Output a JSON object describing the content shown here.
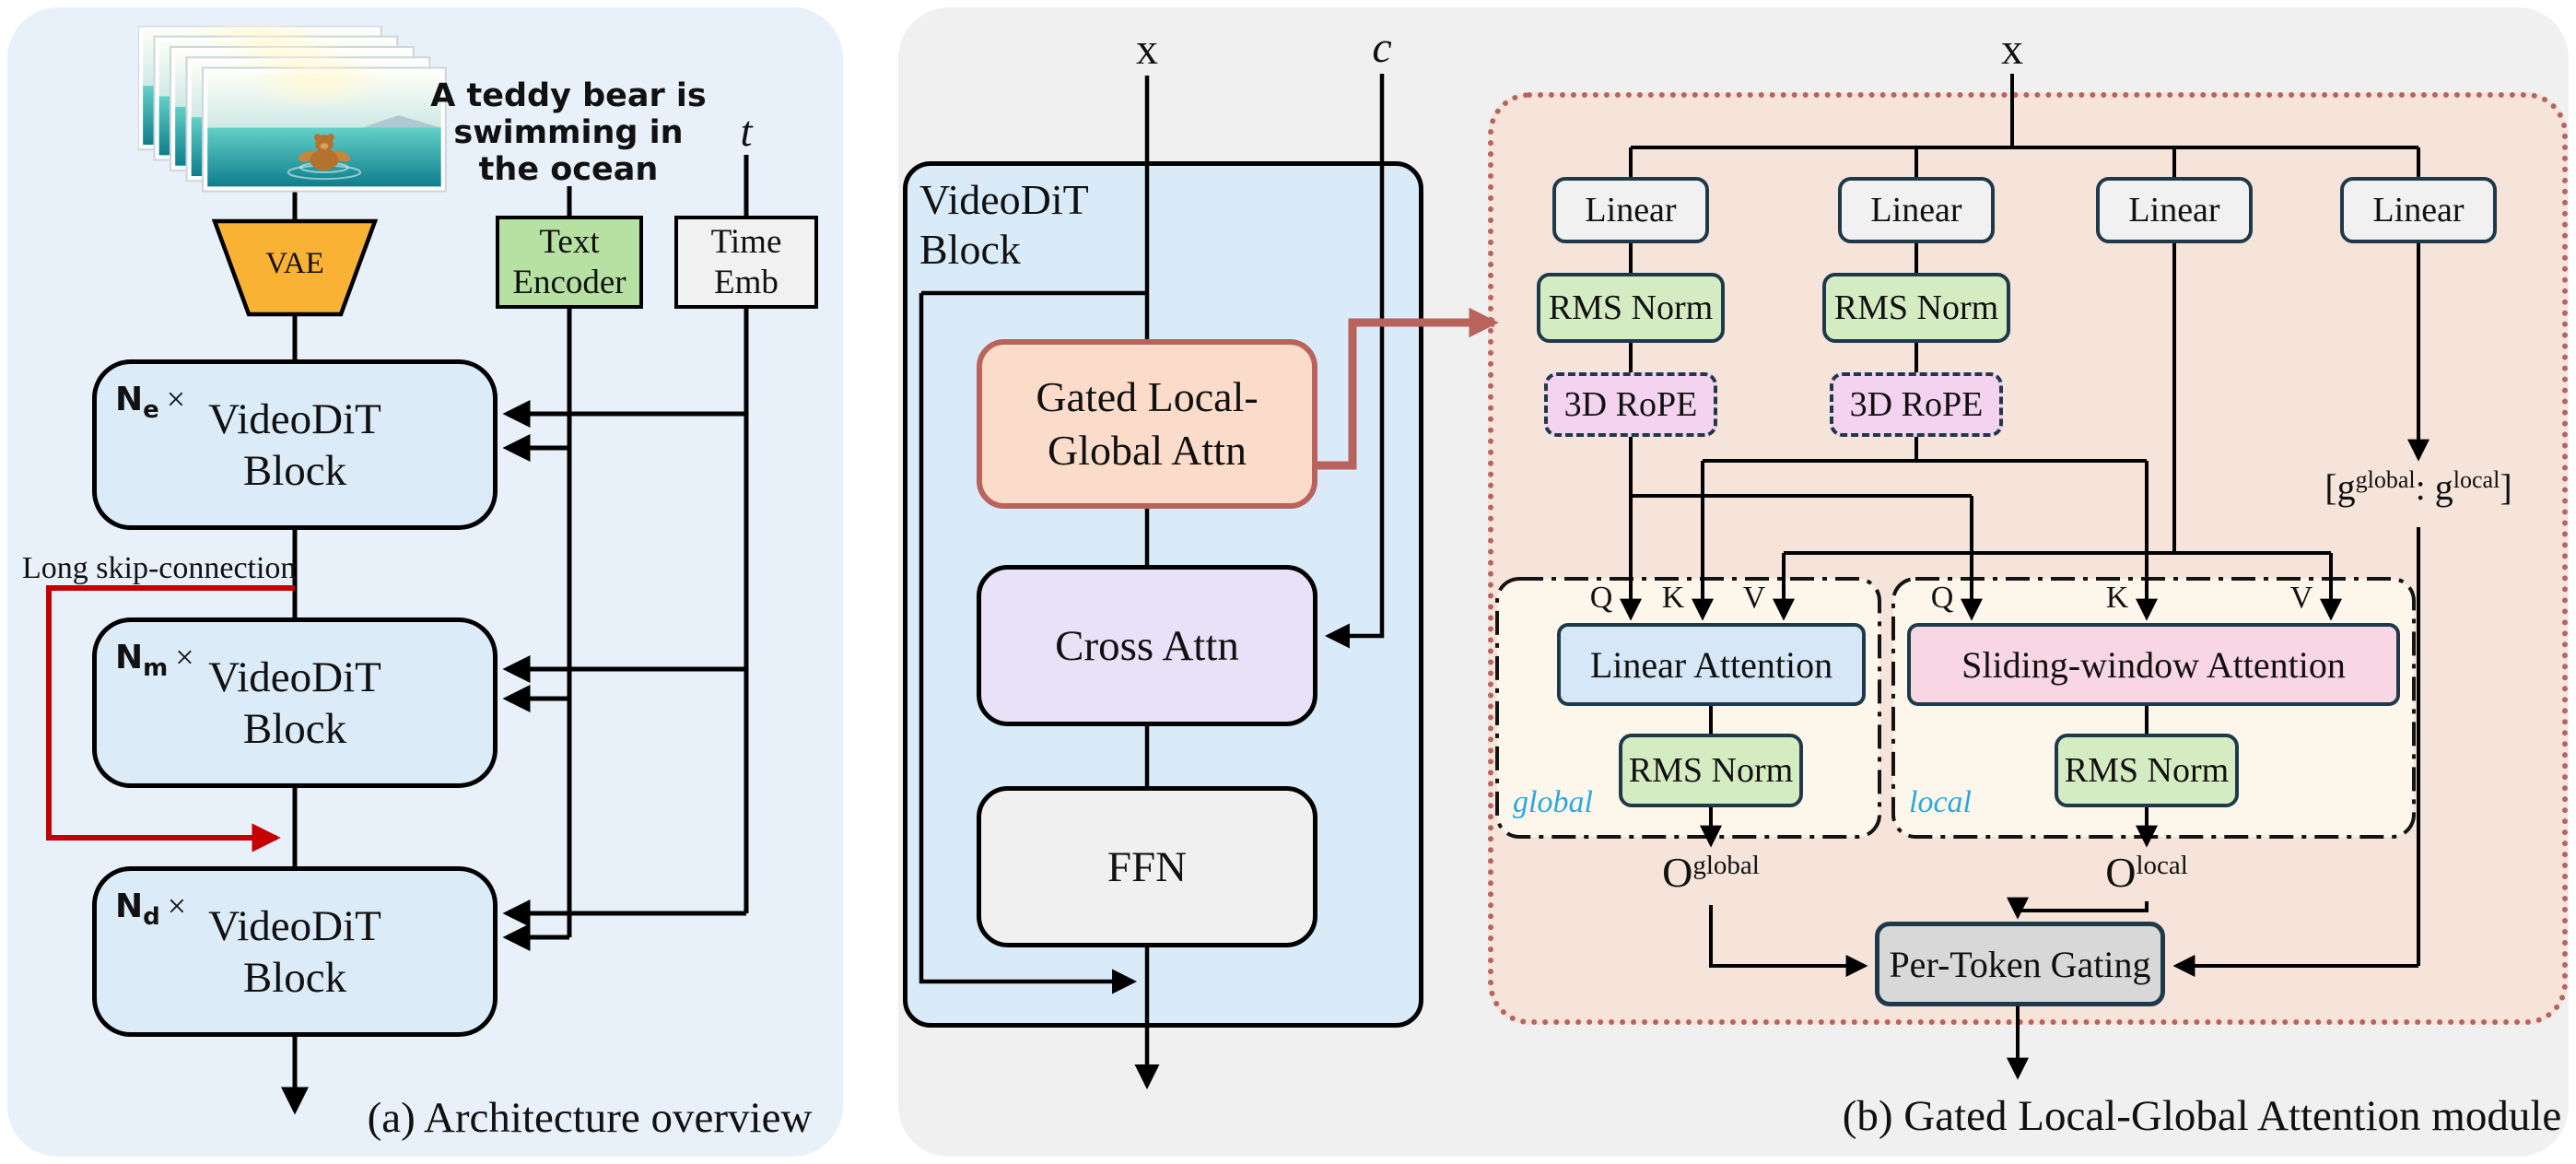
{
  "colors": {
    "panel_a_bg": "#e8f1fa",
    "panel_b_bg": "#f0f0f1",
    "videodit_outer": "#d9eaf8",
    "block_fill": "#dcebf8",
    "pink_panel": "#f6e3da",
    "pink_border": "#b5655f",
    "gated_fill": "#fbdcca",
    "gated_border": "#b9635c",
    "cross_fill": "#e7e2f8",
    "ffn_fill": "#f0f0f0",
    "linear_fill": "#f1f1f1",
    "navy_border": "#1e3a4a",
    "rms_fill": "#d5ecc3",
    "rope_fill": "#f3d3f0",
    "cream_fill": "#fdf6ea",
    "linear_attn_fill": "#d6e8f7",
    "sliding_attn_fill": "#f9d6e3",
    "gating_fill": "#d8d8d8",
    "cyan_label": "#29a9e0",
    "skip_red": "#c40000",
    "vae_orange": "#f9b233"
  },
  "panel_a": {
    "caption": "(a) Architecture overview",
    "prompt_lines": [
      "A teddy bear is",
      "swimming in",
      "the ocean"
    ],
    "t_label": "t",
    "vae_label": "VAE",
    "text_encoder_lines": [
      "Text",
      "Encoder"
    ],
    "time_emb_lines": [
      "Time",
      "Emb"
    ],
    "skip_label": "Long skip-connection",
    "block_line1": "VideoDiT",
    "block_line2": "Block",
    "multipliers": [
      {
        "base": "N",
        "sub": "e",
        "times": "×"
      },
      {
        "base": "N",
        "sub": "m",
        "times": "×"
      },
      {
        "base": "N",
        "sub": "d",
        "times": "×"
      }
    ]
  },
  "panel_b": {
    "x_label": "x",
    "c_label": "c",
    "title_line1": "VideoDiT",
    "title_line2": "Block",
    "gated_line1": "Gated Local-",
    "gated_line2": "Global Attn",
    "cross_attn": "Cross Attn",
    "ffn": "FFN",
    "caption": "(b) Gated Local-Global Attention module"
  },
  "module": {
    "x_label": "x",
    "linear": "Linear",
    "rms_norm": "RMS Norm",
    "rope": "3D RoPE",
    "q": "Q",
    "k": "K",
    "v": "V",
    "linear_attention": "Linear Attention",
    "sliding_window_attention": "Sliding-window Attention",
    "global_label": "global",
    "local_label": "local",
    "gate_concat": {
      "pre": "[g",
      "sup1": "global",
      "mid": ": g",
      "sup2": "local",
      "post": "]"
    },
    "o_global": {
      "base": "O",
      "sup": "global"
    },
    "o_local": {
      "base": "O",
      "sup": "local"
    },
    "per_token_gating": "Per-Token Gating"
  }
}
